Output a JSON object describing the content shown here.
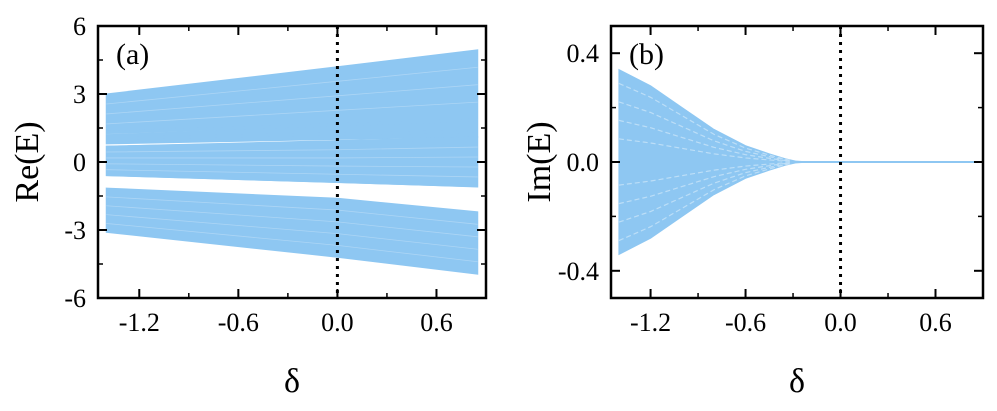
{
  "colors": {
    "band": "#8ec7f2",
    "axis": "#000000",
    "marker_line": "#000000"
  },
  "chart_data": [
    {
      "type": "line",
      "panel_label": "(a)",
      "xlabel": "δ",
      "ylabel": "Re(E)",
      "xlim": [
        -1.45,
        0.9
      ],
      "ylim": [
        -6,
        6
      ],
      "xticks": [
        -1.2,
        -0.6,
        0.0,
        0.6
      ],
      "xtick_labels": [
        "-1.2",
        "-0.6",
        "0.0",
        "0.6"
      ],
      "yticks": [
        -6,
        -3,
        0,
        3,
        6
      ],
      "ytick_labels": [
        "-6",
        "-3",
        "0",
        "3",
        "6"
      ],
      "vline_x": 0.0,
      "grid": false,
      "bands": [
        {
          "x": [
            -1.4,
            0.0,
            0.85
          ],
          "lower": [
            0.8,
            1.0,
            1.1
          ],
          "upper": [
            3.0,
            4.2,
            4.95
          ]
        },
        {
          "x": [
            -1.4,
            0.0,
            0.85
          ],
          "lower": [
            -0.6,
            -0.9,
            -1.1
          ],
          "upper": [
            0.7,
            0.9,
            1.1
          ]
        },
        {
          "x": [
            -1.4,
            0.0,
            0.85
          ],
          "lower": [
            -3.1,
            -4.2,
            -4.95
          ],
          "upper": [
            -1.15,
            -1.6,
            -2.2
          ]
        }
      ],
      "separated_lines": [
        {
          "x": [
            -1.4,
            0.85
          ],
          "y": [
            1.05,
            1.35
          ]
        },
        {
          "x": [
            -1.4,
            0.85
          ],
          "y": [
            1.3,
            1.85
          ]
        },
        {
          "x": [
            -1.4,
            0.85
          ],
          "y": [
            1.45,
            2.1
          ]
        },
        {
          "x": [
            -1.4,
            0.85
          ],
          "y": [
            0.65,
            1.05
          ]
        },
        {
          "x": [
            -1.4,
            0.85
          ],
          "y": [
            -0.55,
            -1.05
          ]
        }
      ]
    },
    {
      "type": "line",
      "panel_label": "(b)",
      "xlabel": "δ",
      "ylabel": "Im(E)",
      "xlim": [
        -1.45,
        0.9
      ],
      "ylim": [
        -0.5,
        0.5
      ],
      "xticks": [
        -1.2,
        -0.6,
        0.0,
        0.6
      ],
      "xtick_labels": [
        "-1.2",
        "-0.6",
        "0.0",
        "0.6"
      ],
      "yticks": [
        -0.4,
        0.0,
        0.4
      ],
      "ytick_labels": [
        "-0.4",
        "0.0",
        "0.4"
      ],
      "vline_x": 0.0,
      "grid": false,
      "envelope": {
        "x": [
          -1.4,
          -1.2,
          -1.0,
          -0.8,
          -0.6,
          -0.45,
          -0.35,
          -0.28,
          -0.2,
          0.85
        ],
        "upper": [
          0.34,
          0.28,
          0.2,
          0.12,
          0.06,
          0.03,
          0.012,
          0.003,
          0.0,
          0.0
        ]
      },
      "zero_line": {
        "x": [
          -0.28,
          0.85
        ],
        "y": [
          0.0,
          0.0
        ]
      }
    }
  ]
}
